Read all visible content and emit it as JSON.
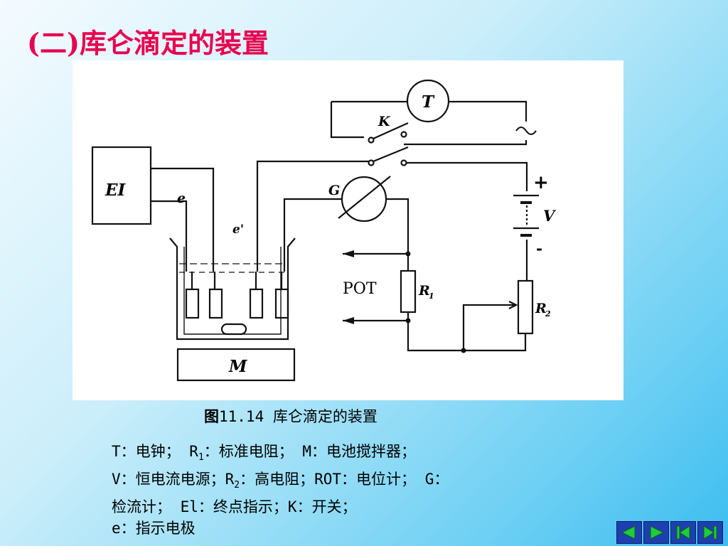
{
  "slide": {
    "title": "(二)库仑滴定的装置"
  },
  "diagram": {
    "labels": {
      "T": "T",
      "K": "K",
      "EI": "EI",
      "e": "e",
      "e_prime": "e'",
      "G": "G",
      "V": "V",
      "plus": "+",
      "minus": "-",
      "ac": "~",
      "POT": "POT",
      "R1": "R",
      "R1_sub": "1",
      "R2": "R",
      "R2_sub": "2",
      "M": "M"
    }
  },
  "caption": {
    "label": "图",
    "text": "11.14  库仑滴定的装置"
  },
  "legend": {
    "l1_a": " T：电钟；     R",
    "l1_sub": "1",
    "l1_b": "：标准电阻； M：电池搅拌器；",
    "l2_a": "V：恒电流电源；R",
    "l2_sub": "2",
    "l2_b": "：高电阻；ROT：电位计；  G：",
    "l3": "检流计；  El：终点指示；K：开关；",
    "l4": "e：指示电极"
  },
  "nav": {
    "buttons": [
      "prev-icon",
      "next-icon",
      "first-icon",
      "last-icon"
    ]
  }
}
